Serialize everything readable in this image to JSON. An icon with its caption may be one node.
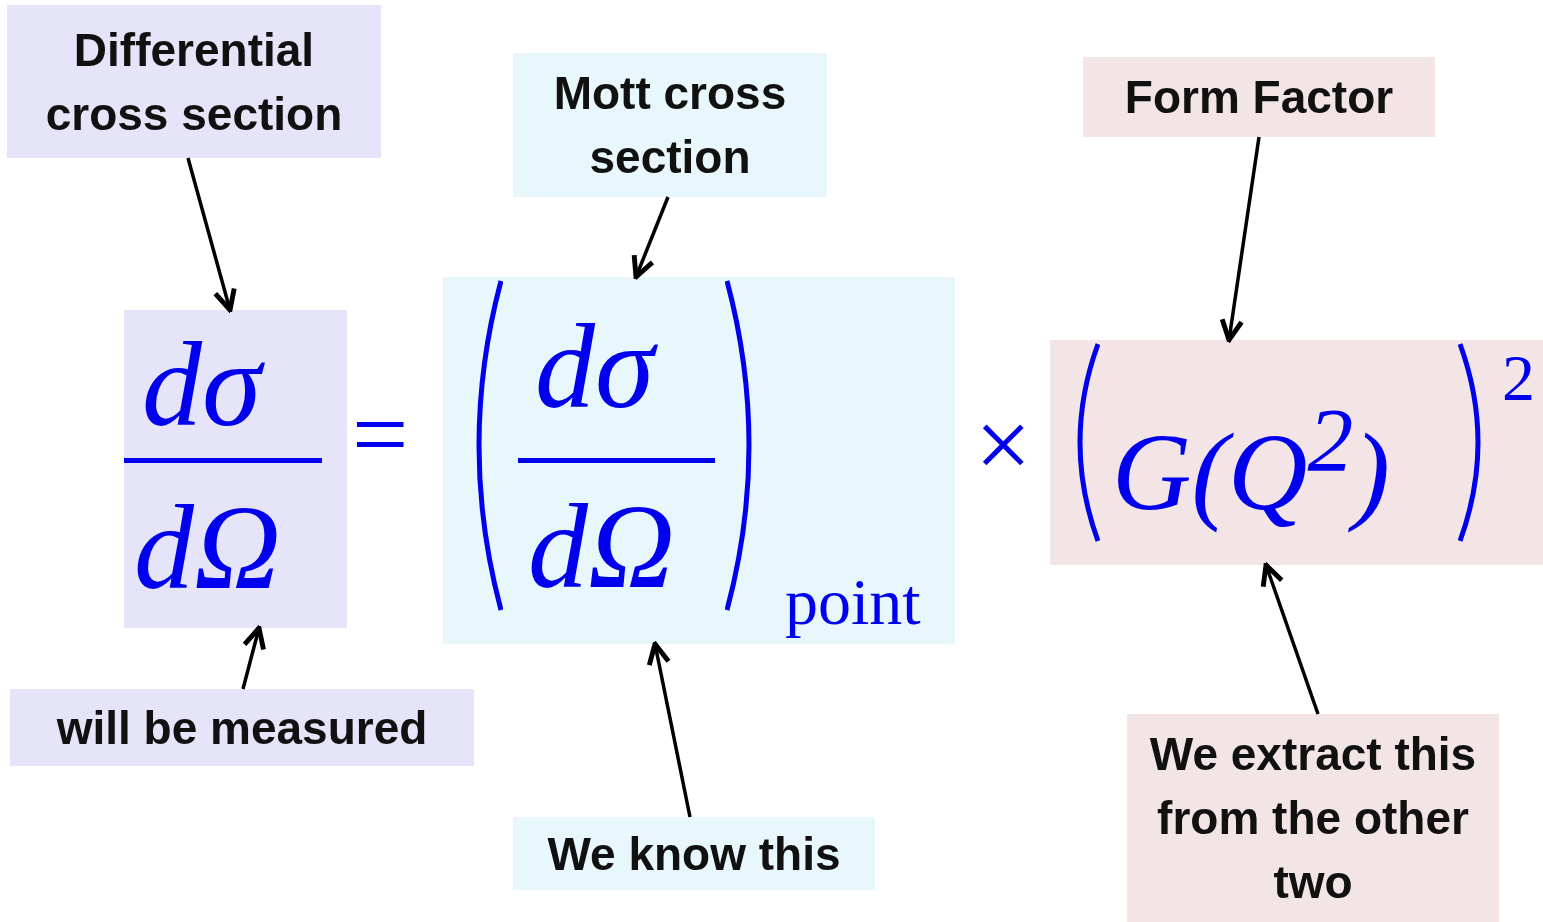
{
  "diagram": {
    "nodes": [
      {
        "text": [
          "Differential cross section"
        ]
      },
      {
        "text": [
          "dσ",
          "dΩ"
        ]
      },
      {
        "text": [
          "will be measured"
        ]
      },
      {
        "text": [
          "Mott cross section"
        ]
      },
      {
        "text": [
          "dσ",
          "dΩ",
          "point"
        ]
      },
      {
        "text": [
          "We know this"
        ]
      },
      {
        "text": [
          "Form Factor"
        ]
      },
      {
        "text": [
          "G(Q$^{2}$)",
          "2"
        ]
      },
      {
        "text": [
          "We extract this from the other two"
        ]
      }
    ],
    "edges": [
      {
        "from": 0,
        "to": 1,
        "arrow": "to"
      },
      {
        "from": 2,
        "to": 1,
        "arrow": "to"
      },
      {
        "from": 3,
        "to": 4,
        "arrow": "to"
      },
      {
        "from": 5,
        "to": 4,
        "arrow": "to"
      },
      {
        "from": 6,
        "to": 7,
        "arrow": "to"
      },
      {
        "from": 8,
        "to": 7,
        "arrow": "to"
      }
    ],
    "labels": [
      "=",
      "×"
    ]
  }
}
